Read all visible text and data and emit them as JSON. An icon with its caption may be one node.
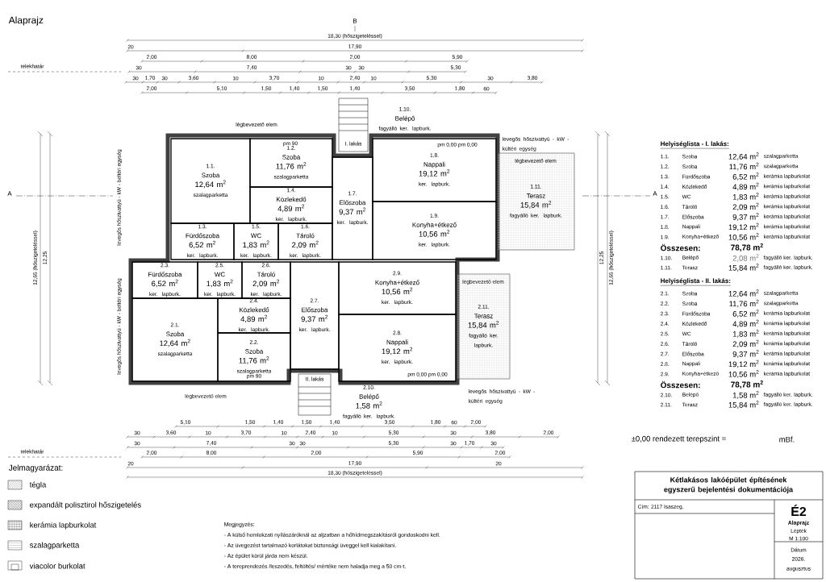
{
  "diagram": {
    "title": "Alaprajz",
    "nodes": [
      {
        "text": [
          "1.1.",
          "Szoba",
          "12,64 m$^{2}$",
          "szalagparketta"
        ]
      },
      {
        "text": [
          "1.2.",
          "Szoba",
          "11,76 m$^{2}$",
          "szalagparketta"
        ]
      },
      {
        "text": [
          "1.3.",
          "Fürdőszoba",
          "6,52 m$^{2}$",
          "ker. lapburk."
        ]
      },
      {
        "text": [
          "1.4.",
          "Közlekedő",
          "4,89 m$^{2}$",
          "ker. lapburk."
        ]
      },
      {
        "text": [
          "1.5.",
          "WC",
          "1,83 m$^{2}$",
          "ker. lapburk."
        ]
      },
      {
        "text": [
          "1.6.",
          "Tároló",
          "2,09 m$^{2}$",
          "ker. lapburk."
        ]
      },
      {
        "text": [
          "1.7.",
          "Előszoba",
          "9,37 m$^{2}$",
          "ker. lapburk."
        ]
      },
      {
        "text": [
          "1.8.",
          "Nappali",
          "19,12 m$^{2}$",
          "ker. lapburk."
        ]
      },
      {
        "text": [
          "1.9.",
          "Konyha+étkező",
          "10,56 m$^{2}$",
          "ker. lapburk."
        ]
      },
      {
        "text": [
          "1.10.",
          "Belépő",
          "fagyálló ker. lapburk."
        ]
      },
      {
        "text": [
          "1.11.",
          "Terasz",
          "15,84 m$^{2}$",
          "fagyálló ker. lapburk."
        ]
      },
      {
        "text": [
          "2.1.",
          "Szoba",
          "12,64 m$^{2}$",
          "szalagparketta"
        ]
      },
      {
        "text": [
          "2.2.",
          "Szoba",
          "11,76 m$^{2}$",
          "szalagparketta"
        ]
      },
      {
        "text": [
          "2.3.",
          "Fürdőszoba",
          "6,52 m$^{2}$",
          "ker. lapburk."
        ]
      },
      {
        "text": [
          "2.4.",
          "Közlekedő",
          "4,89 m$^{2}$",
          "ker. lapburk."
        ]
      },
      {
        "text": [
          "2.5.",
          "WC",
          "1,83 m$^{2}$",
          "ker. lapburk."
        ]
      },
      {
        "text": [
          "2.6.",
          "Tároló",
          "2,09 m$^{2}$",
          "ker. lapburk."
        ]
      },
      {
        "text": [
          "2.7.",
          "Előszoba",
          "9,37 m$^{2}$",
          "ker. lapburk."
        ]
      },
      {
        "text": [
          "2.8.",
          "Nappali",
          "19,12 m$^{2}$",
          "ker. lapburk."
        ]
      },
      {
        "text": [
          "2.9.",
          "Konyha+étkező",
          "10,56 m$^{2}$",
          "ker. lapburk."
        ]
      },
      {
        "text": [
          "2.10.",
          "Belépő",
          "1,58 m$^{2}$",
          "fagyálló ker. lapburk."
        ]
      },
      {
        "text": [
          "2.11.",
          "Terasz",
          "15,84 m$^{2}$",
          "fagyálló ker. lapburk."
        ]
      }
    ],
    "labels": [
      "B",
      "18,30 (hőszigeteléssel)",
      "20",
      "17,90",
      "2,00",
      "8,00",
      "2,00",
      "5,90",
      "30",
      "7,40",
      "30",
      "30",
      "5,30",
      "30",
      "1,70",
      "30",
      "3,60",
      "10",
      "3,70",
      "10",
      "2,40",
      "10",
      "5,30",
      "30",
      "3,80",
      "2,00",
      "5,10",
      "1,50",
      "1,40",
      "1,50",
      "1,40",
      "3,50",
      "1,80",
      "60",
      "telekhatár",
      "A",
      "A",
      "12,65 (hőszigeteléssel)",
      "12,25",
      "12,25",
      "12,65 (hőszigeteléssel)",
      "légbevezető elem",
      "levegős hőszivattyú - kW - kültéri egység",
      "levegős hőszivattyú - kW - beltéri egység",
      "pm 90",
      "I. lakás",
      "pm 0,00 pm 0,00",
      "légbevezető elem",
      "levegős hőszivattyú - kW - beltéri egység",
      "légbevezető elem",
      "II. lakás",
      "pm 90",
      "pm 0,00 pm 0,00",
      "légbevezető elem",
      "levegős hőszivattyú - kW - kültéri egység",
      "Helyiséglista - I. lakás:",
      "1.1.",
      "Szoba",
      "12,64 m$^{2}$",
      "szalagparketta",
      "1.2.",
      "Szoba",
      "11,76 m$^{2}$",
      "szalagparketta",
      "1.3.",
      "Fürdőszoba",
      "6,52 m$^{2}$",
      "kerámia lapburkolat",
      "1.4.",
      "Közlekedő",
      "4,89 m$^{2}$",
      "kerámia lapburkolat",
      "1.5.",
      "WC",
      "1,83 m$^{2}$",
      "kerámia lapburkolat",
      "1.6.",
      "Tároló",
      "2,09 m$^{2}$",
      "kerámia lapburkolat",
      "1.7.",
      "Előszoba",
      "9,37 m$^{2}$",
      "kerámia lapburkolat",
      "1.8.",
      "Nappali",
      "19,12 m$^{2}$",
      "kerámia lapburkolat",
      "1.9.",
      "Konyha+étkező",
      "10,56 m$^{2}$",
      "kerámia lapburkolat",
      "Összesen:",
      "78,78 m$^{2}$",
      "1.10.",
      "Belépő",
      "2,08 m$^{2}$",
      "fagyálló ker. lapburk.",
      "1.11.",
      "Terasz",
      "15,84 m$^{2}$",
      "fagyálló ker. lapburk.",
      "Helyiséglista - II. lakás:",
      "2.1.",
      "Szoba",
      "12,64 m$^{2}$",
      "szalagparketta",
      "2.2.",
      "Szoba",
      "11,76 m$^{2}$",
      "szalagparketta",
      "2.3.",
      "Fürdőszoba",
      "6,52 m$^{2}$",
      "kerámia lapburkolat",
      "2.4.",
      "Közlekedő",
      "4,89 m$^{2}$",
      "kerámia lapburkolat",
      "2.5.",
      "WC",
      "1,83 m$^{2}$",
      "kerámia lapburkolat",
      "2.6.",
      "Tároló",
      "2,09 m$^{2}$",
      "kerámia lapburkolat",
      "2.7.",
      "Előszoba",
      "9,37 m$^{2}$",
      "kerámia lapburkolat",
      "2.8.",
      "Nappali",
      "19,12 m$^{2}$",
      "kerámia lapburkolat",
      "2.9.",
      "Konyha+étkező",
      "10,56 m$^{2}$",
      "kerámia lapburkolat",
      "Összesen:",
      "78,78 m$^{2}$",
      "2.10.",
      "Belépő",
      "1,58 m$^{2}$",
      "fagyálló ker. lapburk.",
      "2.11.",
      "Terasz",
      "15,84 m$^{2}$",
      "fagyálló ker. lapburk.",
      "±0,00 rendezett terepszint =",
      "mBf.",
      "5,10",
      "1,50",
      "1,40",
      "1,50",
      "1,40",
      "3,50",
      "1,80",
      "60",
      "2,00",
      "30",
      "3,60",
      "10",
      "3,70",
      "10",
      "2,40",
      "10",
      "5,30",
      "30",
      "3,80",
      "2,00",
      "30",
      "7,40",
      "30",
      "30",
      "5,30",
      "30",
      "1,70",
      "30",
      "2,00",
      "8,00",
      "2,00",
      "5,90",
      "2,00",
      "20",
      "17,90",
      "20",
      "18,30 (hőszigeteléssel)",
      "telekhatár",
      "Jelmagyarázat:",
      "Megjegyzés:",
      "- A külső homlokzati nyílászáróknál az aljzatban a hőhídmegszakításról gondoskodni kell.",
      "- Az üvegezést tartalmazó korlátokat biztonsági üveggel kell kialakítani.",
      "- Az épület körül járda nem készül.",
      "- A tereprendezés /leszedés, feltöltés/ mértéke nem haladja meg a 50 cm-t.",
      "Kétlakásos lakóépület építésének egyszerű bejelentési dokumentációja",
      "Cím: 2117 Isaszeg,",
      "É2",
      "Alaprajz",
      "Lépték",
      "M 1:100",
      "Dátum",
      "2026. augusztus"
    ],
    "legend": [
      {
        "text": "tégla"
      },
      {
        "text": "expandált polisztirol hőszigetelés"
      },
      {
        "text": "kerámia lapburkolat"
      },
      {
        "text": "szalagparketta"
      },
      {
        "text": "viacolor burkolat"
      }
    ]
  }
}
